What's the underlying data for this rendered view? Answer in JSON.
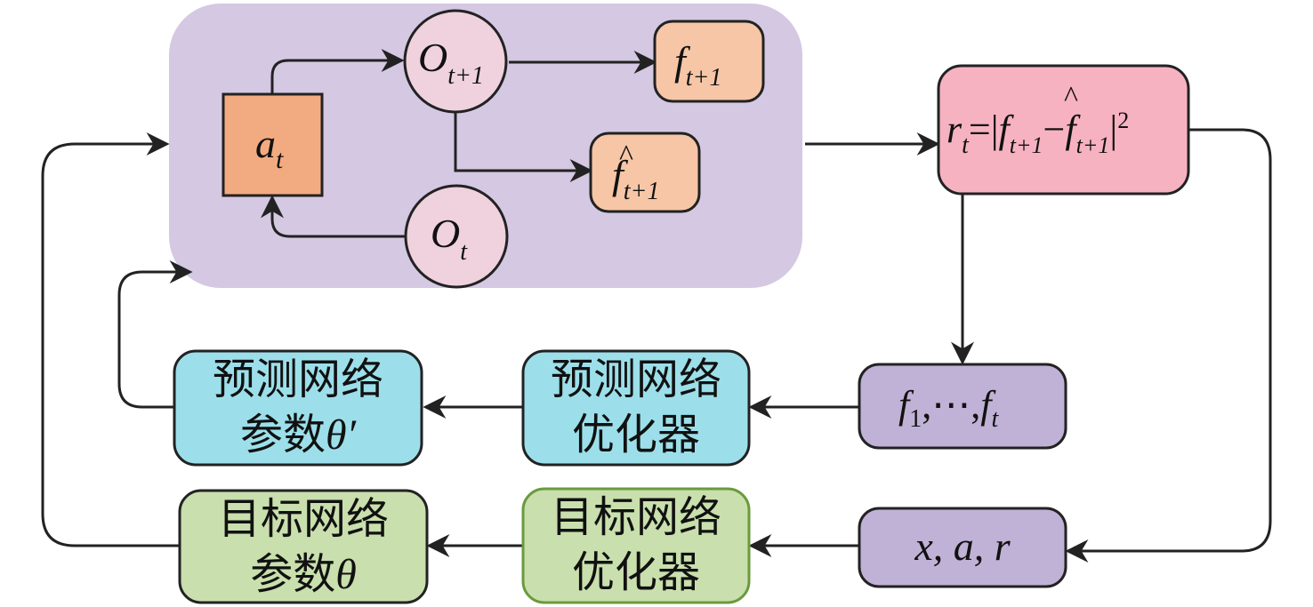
{
  "colors": {
    "env_bg": "#d5c8e2",
    "action": "#f2ab80",
    "state": "#efd2de",
    "feature": "#f6c6a6",
    "reward": "#f7b2c1",
    "buffer": "#c0b1d6",
    "predict": "#9cdfea",
    "target": "#c9dfad",
    "target_opt_stroke": "#6a9a3c",
    "stroke": "#222222"
  },
  "env": {
    "action_var": "a",
    "action_sub": "t",
    "next_state_var": "O",
    "next_state_sub": "t+1",
    "state_var": "O",
    "state_sub": "t",
    "feature_var": "f",
    "feature_sub": "t+1",
    "pred_feature_var": "f",
    "pred_feature_sub": "t+1",
    "hat": "^"
  },
  "reward": {
    "lhs_var": "r",
    "lhs_sub": "t",
    "eq": "=|",
    "f1_var": "f",
    "f1_sub": "t+1",
    "minus": "−",
    "f2_var": "f",
    "f2_sub": "t+1",
    "close": "|",
    "power": "2",
    "hat": "^"
  },
  "feature_buffer": {
    "f_first": "f",
    "sub_first": "1",
    "sep": ",⋯,",
    "f_last": "f",
    "sub_last": "t"
  },
  "transition_buffer": {
    "label": "x, a, r"
  },
  "predict_optimizer": {
    "line1": "预测网络",
    "line2": "优化器"
  },
  "predict_params": {
    "line1": "预测网络",
    "line2_text": "参数",
    "line2_symbol": "θ′"
  },
  "target_optimizer": {
    "line1": "目标网络",
    "line2": "优化器"
  },
  "target_params": {
    "line1": "目标网络",
    "line2_text": "参数",
    "line2_symbol": "θ"
  }
}
